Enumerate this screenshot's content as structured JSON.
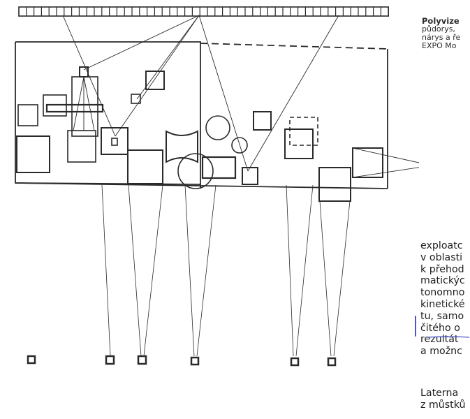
{
  "caption": {
    "title": "Polyvize",
    "lines": [
      "půdorys,",
      "nárys a ře",
      "EXPO Mo"
    ]
  },
  "body_text": {
    "paragraph1": [
      "exploatc",
      "v oblasti",
      "k přehod",
      "matickýc",
      "tonomno",
      "kinetické",
      "tu, samo",
      "čitého o",
      "rezultát",
      "a možnc"
    ],
    "paragraph2": [
      "Laterna",
      "z můstků"
    ]
  },
  "colors": {
    "ink": "#2a2a2a",
    "pen": "#4a55c8",
    "paper": "#ffffff"
  }
}
